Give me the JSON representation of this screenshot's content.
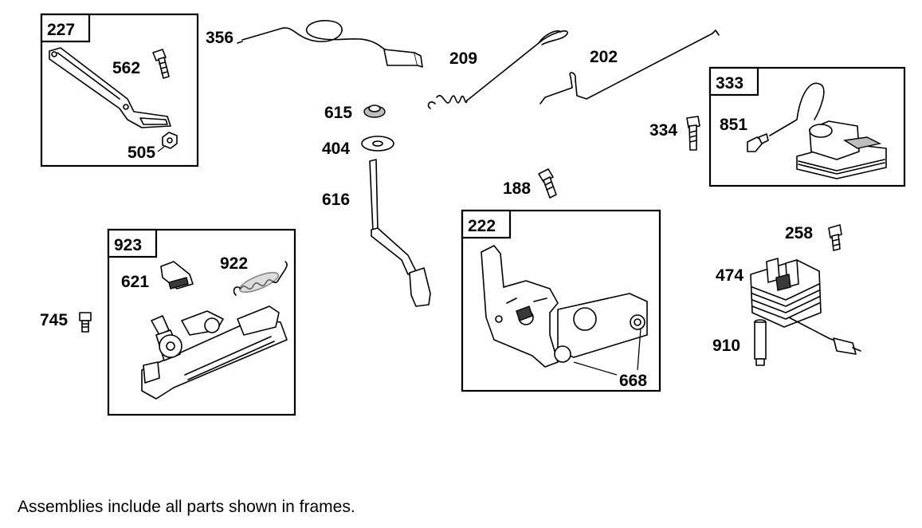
{
  "assemblies": [
    {
      "id": "227"
    },
    {
      "id": "923"
    },
    {
      "id": "222"
    },
    {
      "id": "333"
    }
  ],
  "parts": {
    "p562": "562",
    "p505": "505",
    "p356": "356",
    "p209": "209",
    "p202": "202",
    "p615": "615",
    "p404": "404",
    "p616": "616",
    "p334": "334",
    "p851": "851",
    "p188": "188",
    "p258": "258",
    "p474": "474",
    "p910": "910",
    "p922": "922",
    "p621": "621",
    "p745": "745",
    "p668": "668"
  },
  "caption": "Assemblies include all parts shown in frames."
}
